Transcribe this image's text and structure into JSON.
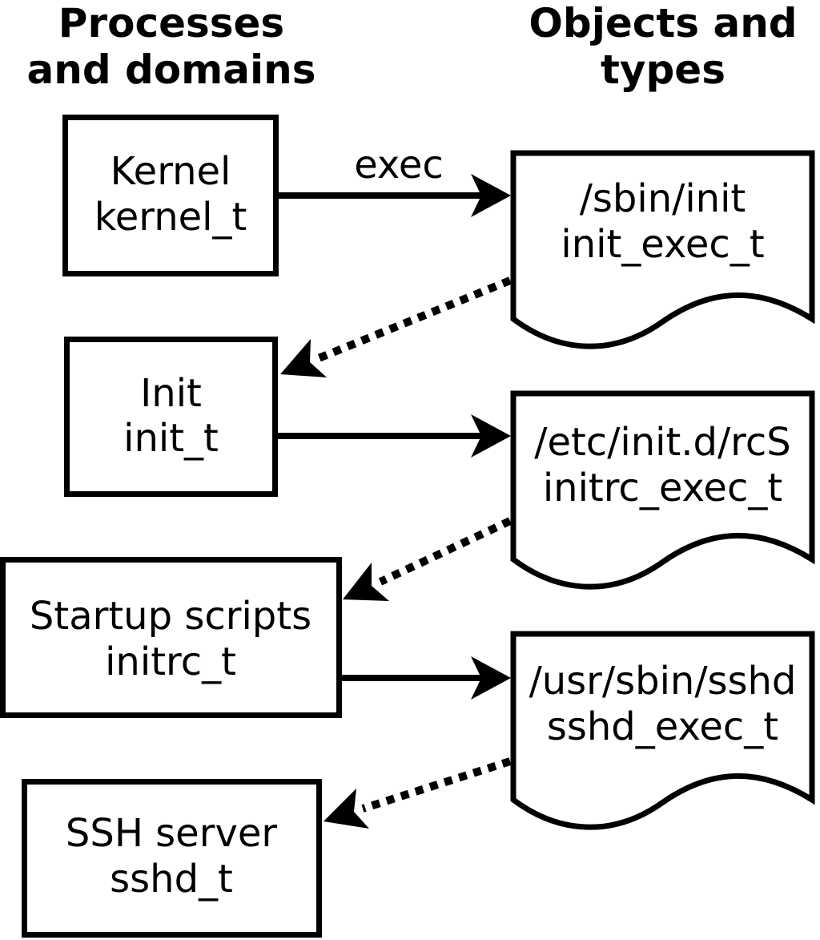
{
  "diagram": {
    "title_left": {
      "line1": "Processes",
      "line2": "and domains"
    },
    "title_right": {
      "line1": "Objects and",
      "line2": "types"
    },
    "processes": [
      {
        "label": "Kernel",
        "domain": "kernel_t"
      },
      {
        "label": "Init",
        "domain": "init_t"
      },
      {
        "label": "Startup scripts",
        "domain": "initrc_t"
      },
      {
        "label": "SSH server",
        "domain": "sshd_t"
      }
    ],
    "objects": [
      {
        "path": "/sbin/init",
        "type": "init_exec_t"
      },
      {
        "path": "/etc/init.d/rcS",
        "type": "initrc_exec_t"
      },
      {
        "path": "/usr/sbin/sshd",
        "type": "sshd_exec_t"
      }
    ],
    "arrow_label": "exec",
    "colors": {
      "line": "#000000",
      "fill": "#ffffff",
      "background": "#ffffff"
    }
  }
}
